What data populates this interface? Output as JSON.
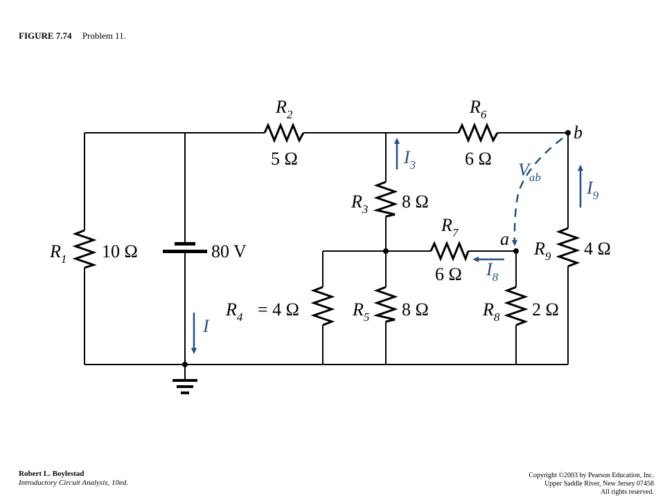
{
  "caption": {
    "figure": "FIGURE 7.74",
    "title": "Problem 11."
  },
  "labels": {
    "r1": "R",
    "r1_sub": "1",
    "r1_val": "10 Ω",
    "source": "80 V",
    "r2": "R",
    "r2_sub": "2",
    "r2_val": "5 Ω",
    "r6": "R",
    "r6_sub": "6",
    "r6_val": "6 Ω",
    "r3": "R",
    "r3_sub": "3",
    "r3_val": "8 Ω",
    "r7": "R",
    "r7_sub": "7",
    "r7_val": "6 Ω",
    "r4": "R",
    "r4_sub": "4",
    "r4_val": "=  4 Ω",
    "r5": "R",
    "r5_sub": "5",
    "r5_val": "8 Ω",
    "r8": "R",
    "r8_sub": "8",
    "r8_val": "2 Ω",
    "r9": "R",
    "r9_sub": "9",
    "r9_val": "4 Ω",
    "node_a": "a",
    "node_b": "b",
    "i": "I",
    "i3": "I",
    "i3_sub": "3",
    "i8": "I",
    "i8_sub": "8",
    "i9": "I",
    "i9_sub": "9",
    "vab": "V",
    "vab_sub": "ab"
  },
  "colors": {
    "wire": "#000000",
    "annotation": "#1f4e8c"
  },
  "footer": {
    "author": "Robert L. Boylestad",
    "book": "Introductory Circuit Analysis, 10ed.",
    "copyright": "Copyright ©2003 by Pearson Education, Inc.",
    "address": "Upper Saddle River, New Jersey 07458",
    "rights": "All rights reserved."
  }
}
